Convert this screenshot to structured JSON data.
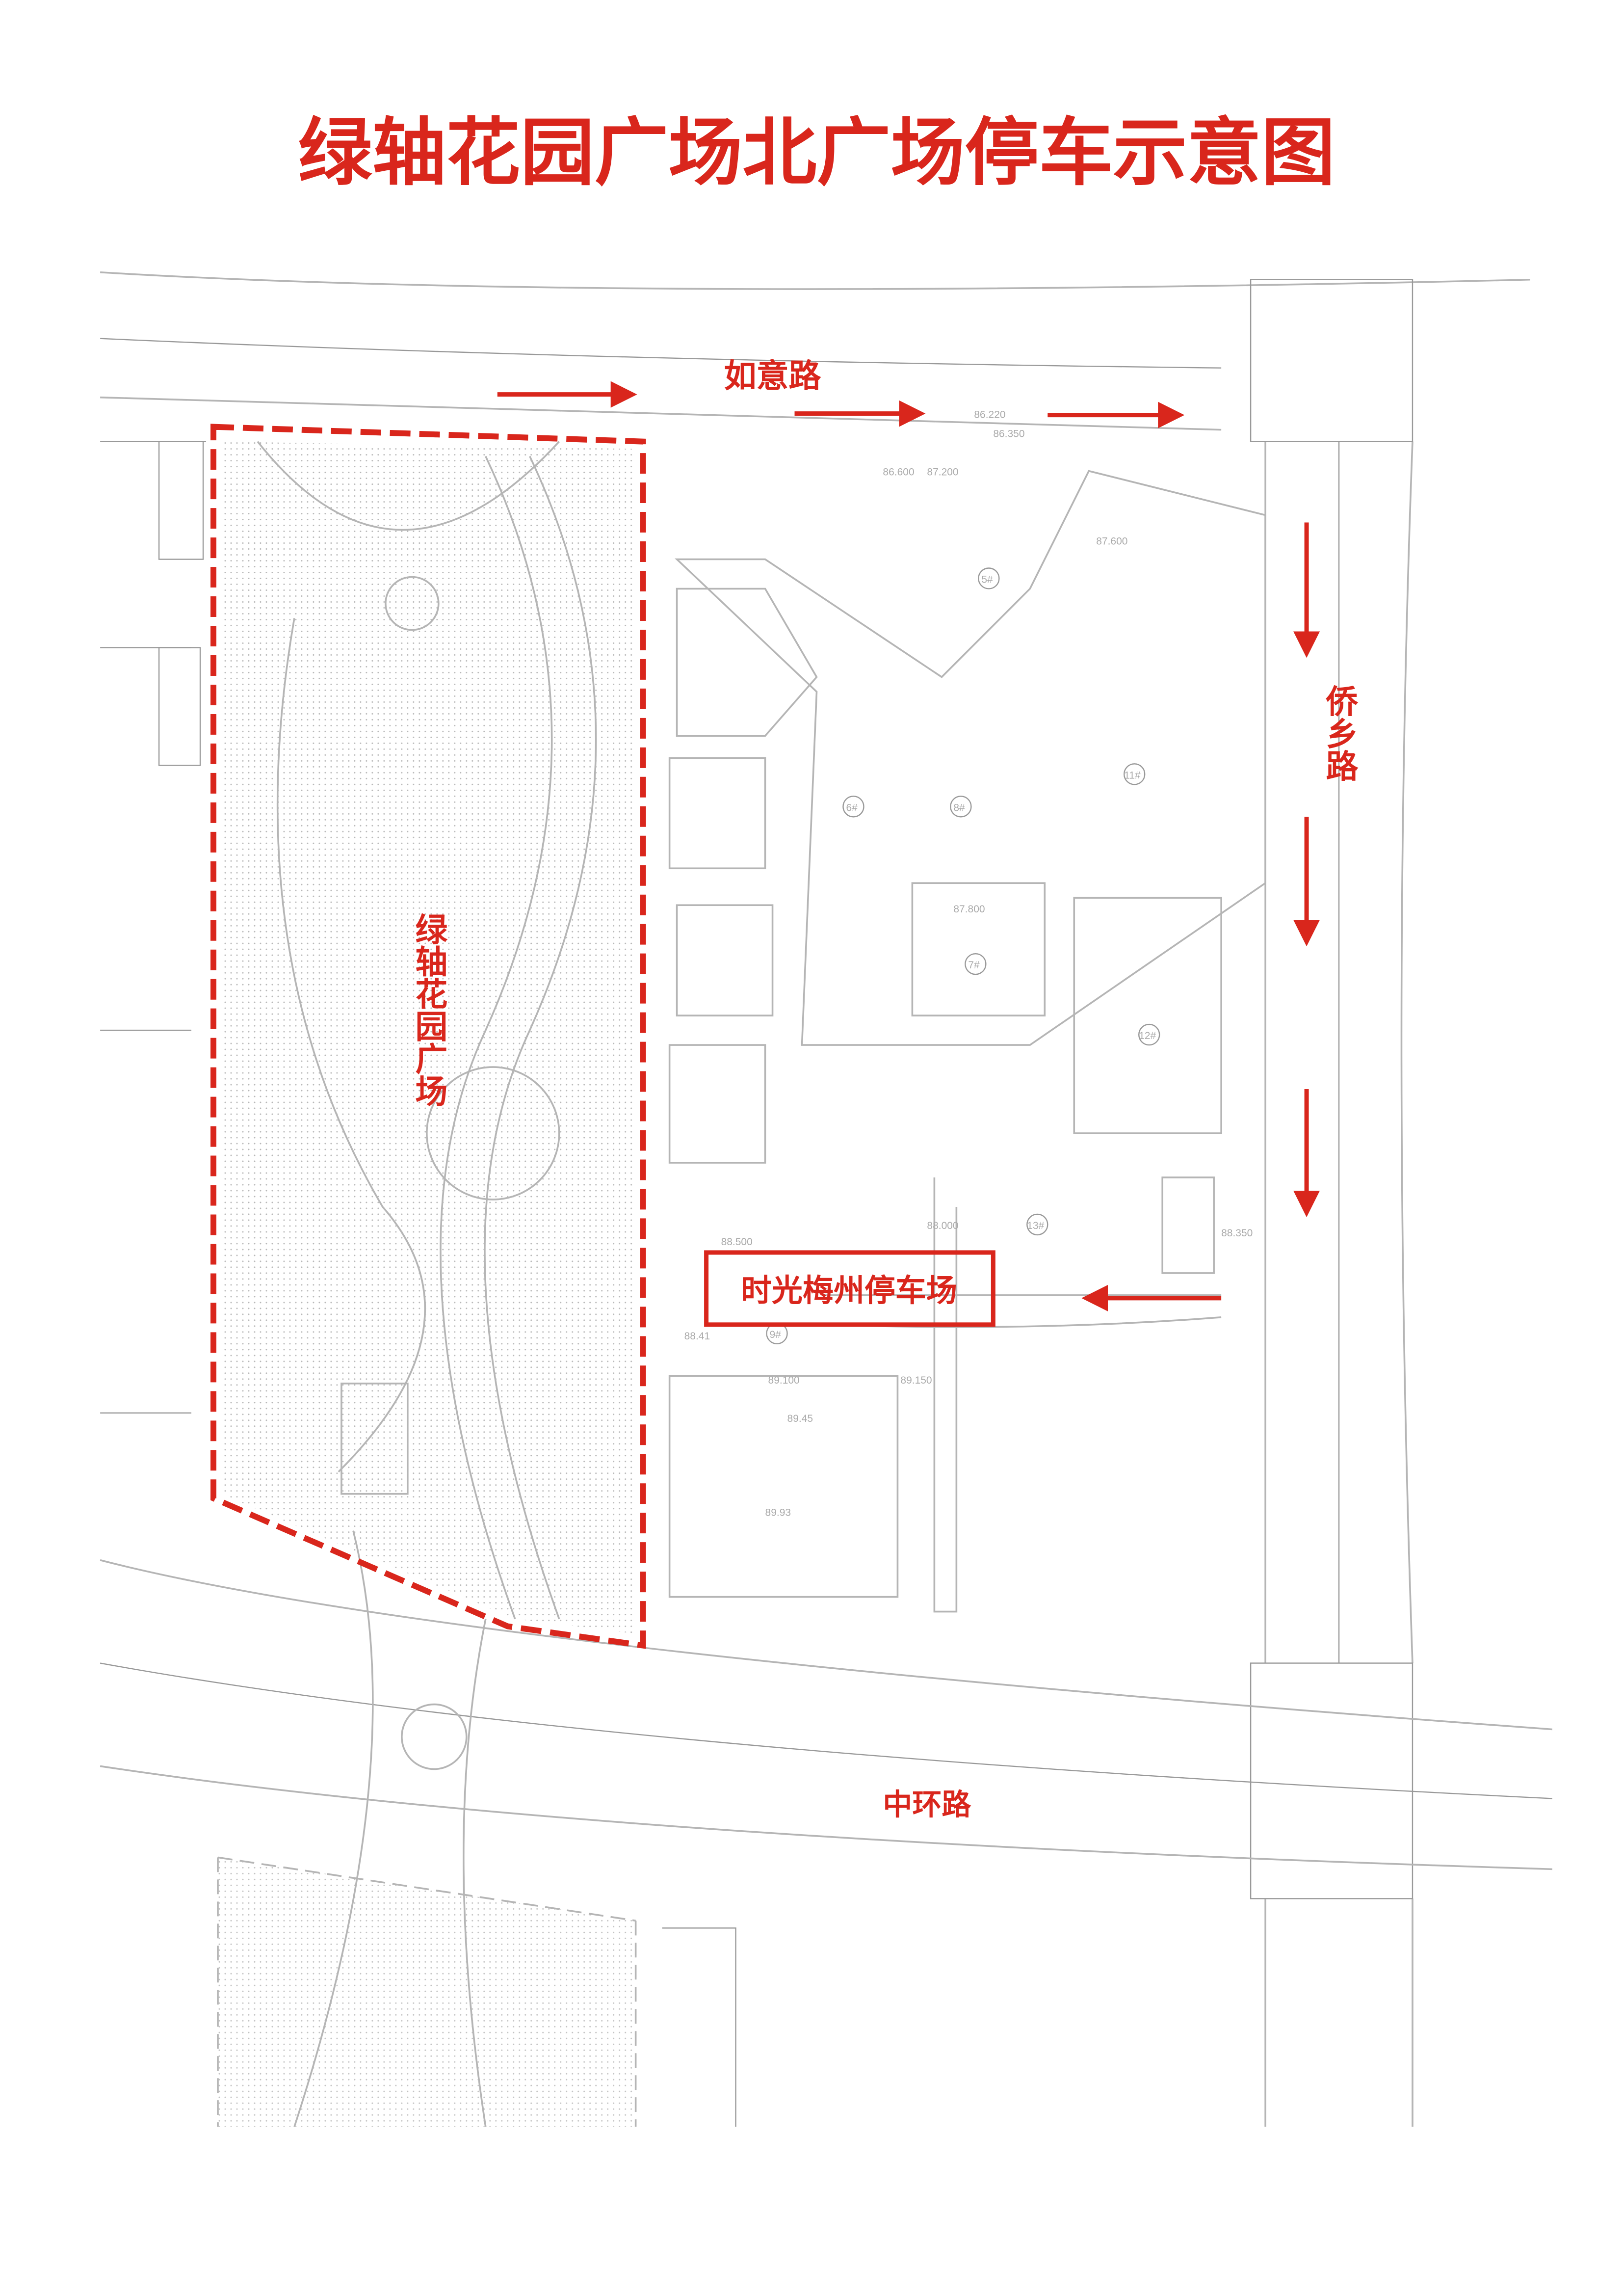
{
  "title": "绿轴花园广场北广场停车示意图",
  "labels": {
    "road_north": "如意路",
    "road_east": "侨乡路",
    "road_south": "中环路",
    "plaza": "绿轴花园广场",
    "parking_lot": "时光梅州停车场"
  },
  "colors": {
    "accent": "#d9261c",
    "base_drawing": "#b5b5b5"
  },
  "elevations": [
    "86.600",
    "87.200",
    "87.600",
    "87.800",
    "88.000",
    "88.350",
    "88.500",
    "89.100",
    "89.150",
    "89.45",
    "89.93",
    "88.41",
    "86.220",
    "86.350"
  ],
  "building_tags": [
    "5#",
    "6#",
    "7#",
    "8#",
    "9#",
    "11#",
    "12#",
    "13#"
  ],
  "arrows": {
    "road_north": "east",
    "road_east": "south",
    "parking_entrance": "west"
  }
}
